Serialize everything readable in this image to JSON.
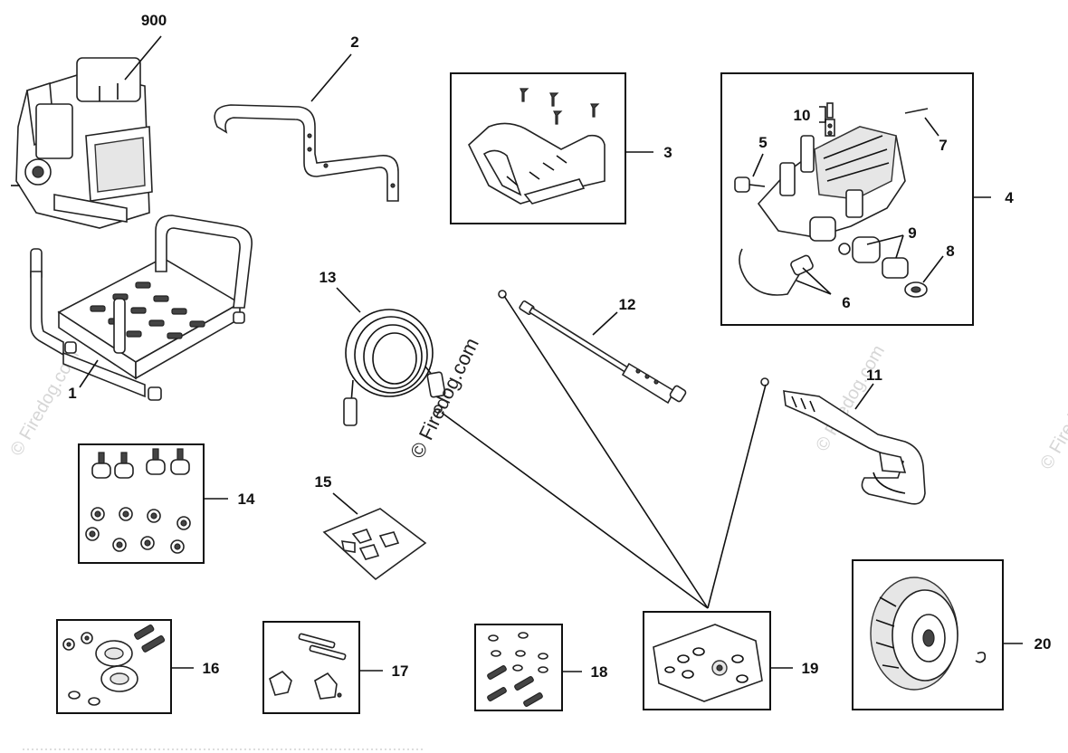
{
  "watermark": {
    "center": "© Firedog.com",
    "left": "© Firedog.com",
    "right": "© Firedog.com",
    "right_edge": "© Firedog.com"
  },
  "callouts": {
    "c900": "900",
    "c1": "1",
    "c2": "2",
    "c3": "3",
    "c4": "4",
    "c5": "5",
    "c6": "6",
    "c7": "7",
    "c8": "8",
    "c9": "9",
    "c10": "10",
    "c11": "11",
    "c12": "12",
    "c13": "13",
    "c14": "14",
    "c15": "15",
    "c16": "16",
    "c17": "17",
    "c18": "18",
    "c19": "19",
    "c20": "20"
  }
}
